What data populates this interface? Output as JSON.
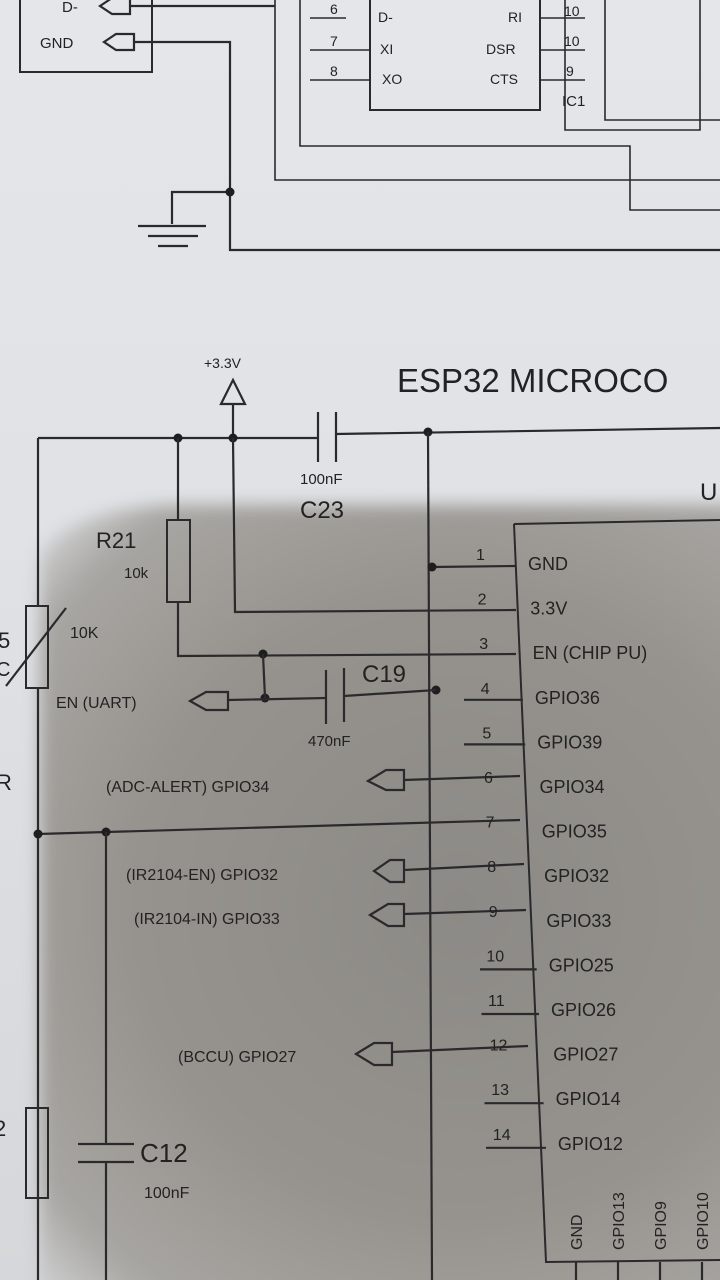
{
  "title": "ESP32 MICROCO",
  "top_section": {
    "connector_pins": [
      "D-",
      "GND"
    ],
    "ic1": {
      "ref": "IC1",
      "left_pins": [
        {
          "num": "6",
          "name": "D-"
        },
        {
          "num": "7",
          "name": "XI"
        },
        {
          "num": "8",
          "name": "XO"
        }
      ],
      "right_pins": [
        {
          "num": "10",
          "name": "RI"
        },
        {
          "num": "10",
          "name": "DSR"
        },
        {
          "num": "9",
          "name": "CTS"
        }
      ]
    }
  },
  "power": {
    "label": "+3.3V"
  },
  "components": {
    "c23": {
      "ref": "C23",
      "value": "100nF"
    },
    "r21": {
      "ref": "R21",
      "value": "10k"
    },
    "c19": {
      "ref": "C19",
      "value": "470nF"
    },
    "c12": {
      "ref": "C12",
      "value": "100nF"
    },
    "r_pot": {
      "ref_partial": "5",
      "value": "10K",
      "extra": "C"
    },
    "r_left": {
      "ref_partial": "R"
    },
    "r_bottom": {
      "ref_partial": "2"
    }
  },
  "net_labels": {
    "en_uart": "EN (UART)",
    "gpio34": "(ADC-ALERT) GPIO34",
    "gpio32": "(IR2104-EN) GPIO32",
    "gpio33": "(IR2104-IN) GPIO33",
    "gpio27": "(BCCU) GPIO27"
  },
  "esp32": {
    "ref_partial": "U",
    "pins": [
      {
        "num": "1",
        "name": "GND"
      },
      {
        "num": "2",
        "name": "3.3V"
      },
      {
        "num": "3",
        "name": "EN (CHIP PU)"
      },
      {
        "num": "4",
        "name": "GPIO36"
      },
      {
        "num": "5",
        "name": "GPIO39"
      },
      {
        "num": "6",
        "name": "GPIO34"
      },
      {
        "num": "7",
        "name": "GPIO35"
      },
      {
        "num": "8",
        "name": "GPIO32"
      },
      {
        "num": "9",
        "name": "GPIO33"
      },
      {
        "num": "10",
        "name": "GPIO25"
      },
      {
        "num": "11",
        "name": "GPIO26"
      },
      {
        "num": "12",
        "name": "GPIO27"
      },
      {
        "num": "13",
        "name": "GPIO14"
      },
      {
        "num": "14",
        "name": "GPIO12"
      }
    ],
    "bottom_pins": [
      "GND",
      "GPIO13",
      "GPIO9",
      "GPIO10"
    ]
  }
}
